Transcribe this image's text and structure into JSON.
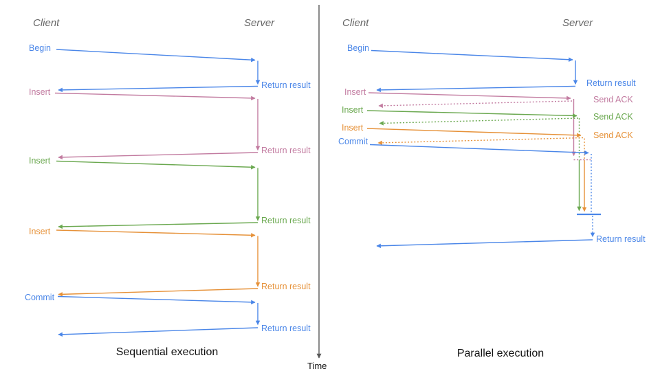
{
  "colors": {
    "blue": "#4a86e8",
    "pink": "#c27ba0",
    "green": "#6aa84f",
    "orange": "#e69138",
    "axis": "#595959",
    "header_gray": "#666666",
    "title_black": "#111111"
  },
  "time_axis": {
    "label": "Time"
  },
  "panels": [
    {
      "title": "Sequential execution",
      "client_header": "Client",
      "server_header": "Server",
      "operations": [
        {
          "label": "Begin",
          "color": "blue",
          "response": "Return result"
        },
        {
          "label": "Insert",
          "color": "pink",
          "response": "Return result"
        },
        {
          "label": "Insert",
          "color": "green",
          "response": "Return result"
        },
        {
          "label": "Insert",
          "color": "orange",
          "response": "Return result"
        },
        {
          "label": "Commit",
          "color": "blue",
          "response": "Return result"
        }
      ]
    },
    {
      "title": "Parallel execution",
      "client_header": "Client",
      "server_header": "Server",
      "operations": [
        {
          "label": "Begin",
          "color": "blue",
          "response": "Return result"
        },
        {
          "label": "Insert",
          "color": "pink",
          "response": "Send ACK"
        },
        {
          "label": "Insert",
          "color": "green",
          "response": "Send ACK"
        },
        {
          "label": "Insert",
          "color": "orange",
          "response": "Send ACK"
        },
        {
          "label": "Commit",
          "color": "blue",
          "response": "Return result"
        }
      ],
      "final_response": "Return result"
    }
  ]
}
